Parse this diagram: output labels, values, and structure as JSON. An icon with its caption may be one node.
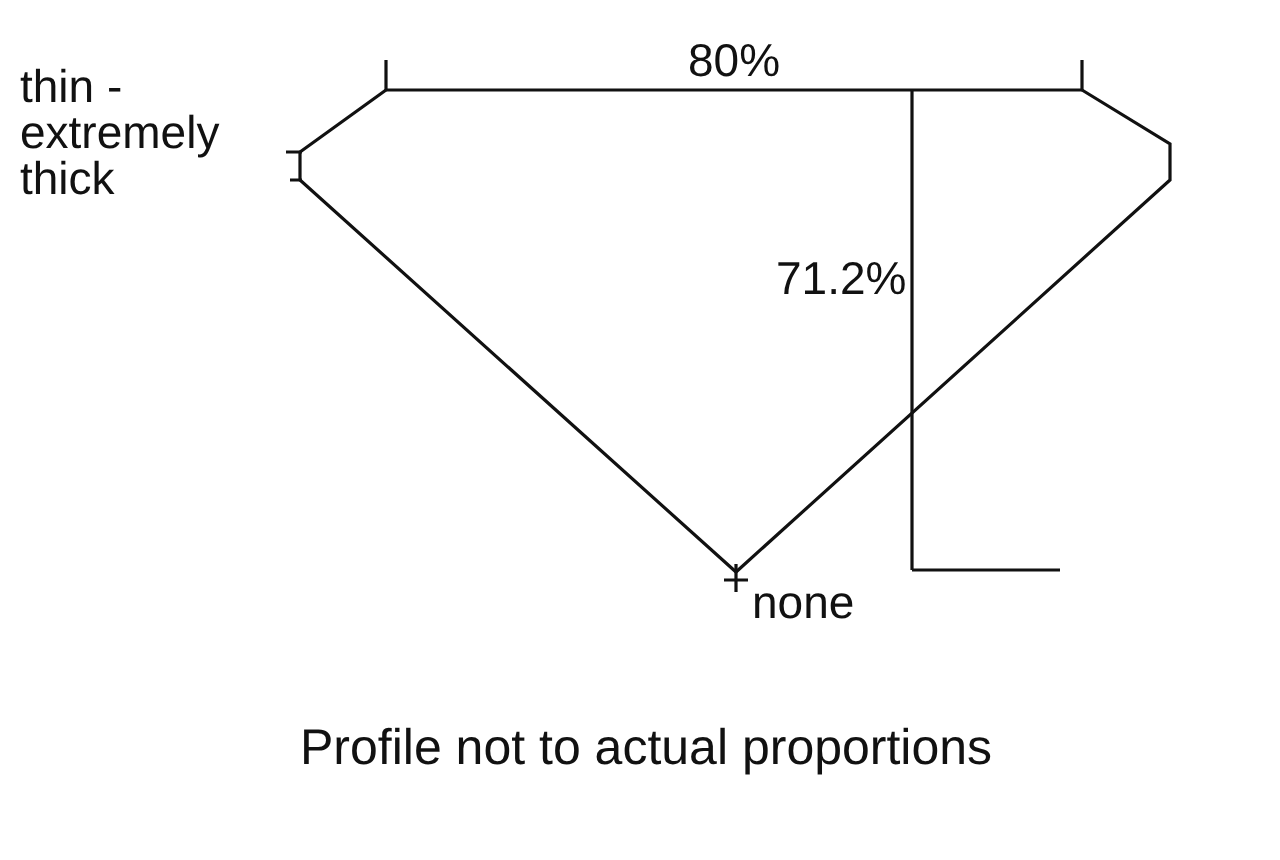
{
  "diagram": {
    "caption": "Profile not to actual proportions",
    "labels": [
      "80%",
      "thin - extremely thick",
      "71.2%",
      "none"
    ]
  }
}
